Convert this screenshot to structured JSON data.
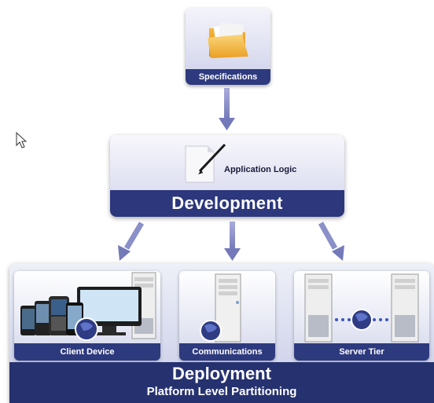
{
  "specifications": {
    "label": "Specifications",
    "icon": "folder-icon"
  },
  "development": {
    "title": "Development",
    "app_logic_label": "Application Logic",
    "icon": "document-pen-icon"
  },
  "deployment": {
    "title": "Deployment",
    "subtitle": "Platform Level Partitioning",
    "cards": [
      {
        "label": "Client Device",
        "icons": [
          "phones-icon",
          "monitor-icon",
          "server-icon",
          "globe-icon"
        ]
      },
      {
        "label": "Communications",
        "icons": [
          "server-icon",
          "globe-icon"
        ]
      },
      {
        "label": "Server Tier",
        "icons": [
          "server-icon",
          "globe-icon",
          "server-icon"
        ]
      }
    ]
  },
  "colors": {
    "bar_navy": "#2e3a7e",
    "arrow": "#8a90c8",
    "card_background": "#e6e8f4"
  }
}
